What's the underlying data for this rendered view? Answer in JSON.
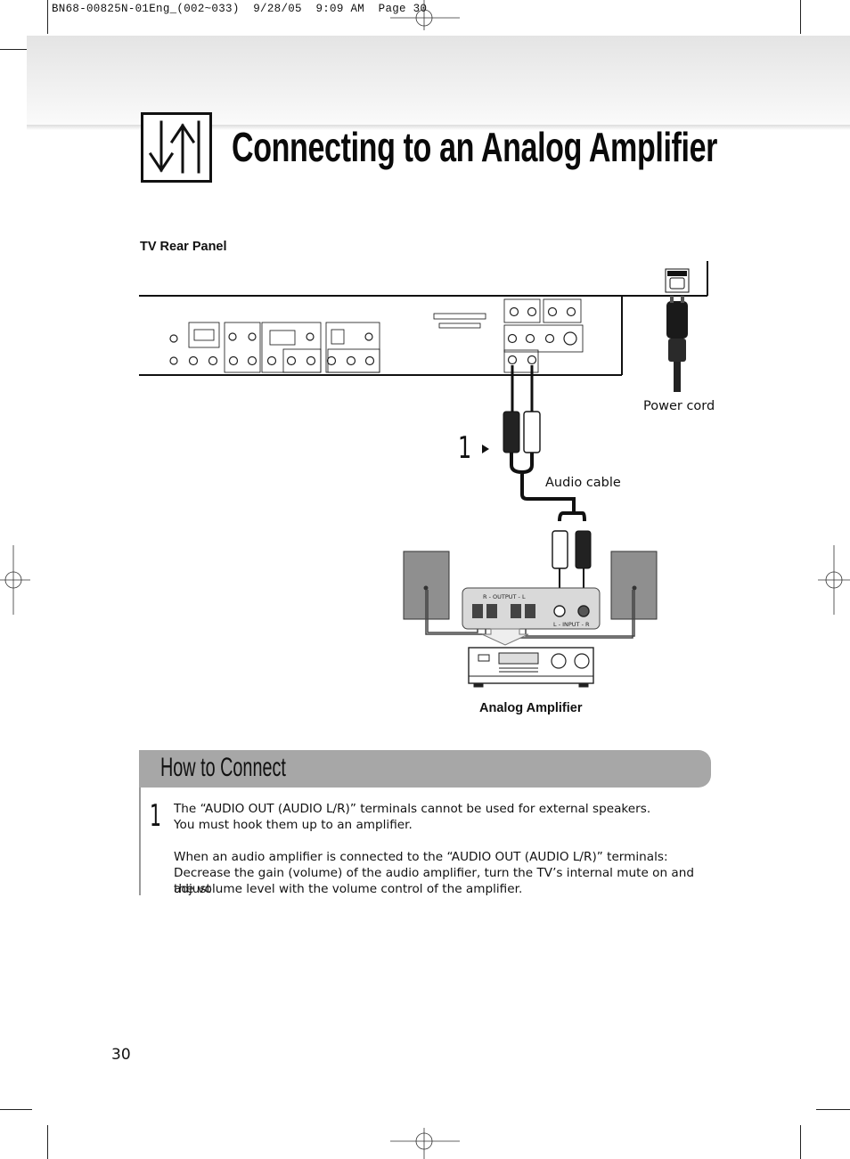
{
  "print_header": "BN68-00825N-01Eng_(002~033)  9/28/05  9:09 AM  Page 30",
  "page": {
    "title": "Connecting to an Analog Amplifier",
    "number": "30"
  },
  "diagram": {
    "rear_panel_label": "TV Rear Panel",
    "power_cord_label": "Power cord",
    "audio_cable_label": "Audio cable",
    "step_callout": "1",
    "amplifier_label": "Analog Amplifier",
    "amp_panel_output": "R - OUTPUT - L",
    "amp_panel_input": "L - INPUT - R"
  },
  "how_to": {
    "heading": "How to Connect",
    "steps": [
      {
        "number": "1",
        "line1": "The “AUDIO OUT (AUDIO L/R)” terminals cannot be used for external speakers.",
        "line2": "You must hook them up to an amplifier.",
        "line3": "When an audio amplifier is connected to the “AUDIO OUT (AUDIO L/R)” terminals:",
        "line4": "Decrease the gain (volume) of the audio amplifier, turn the TV’s internal mute on and adjust",
        "line5": "the volume level with the volume control of the amplifier."
      }
    ]
  },
  "icons": {
    "title_icon": "connection-arrows-icon",
    "crop_marks": "registration-mark-icon"
  },
  "colors": {
    "banner_gray": "#a7a7a7",
    "text": "#111111"
  }
}
